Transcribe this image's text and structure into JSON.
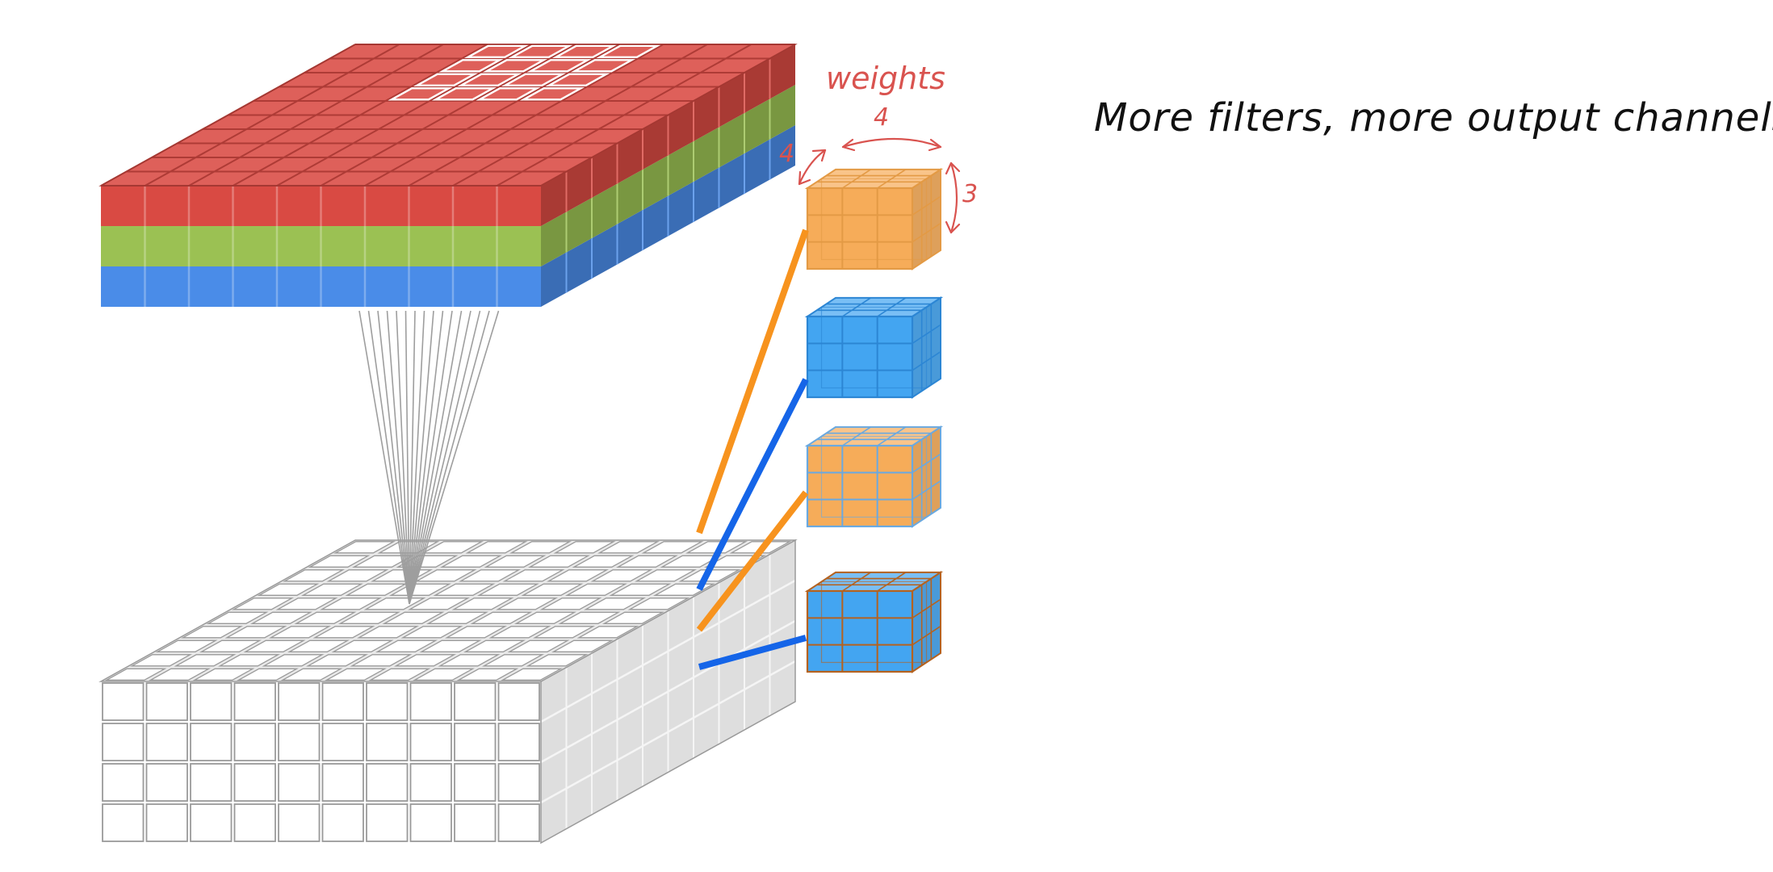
{
  "caption": "More filters, more output channels.",
  "annotations": {
    "weights": "weights",
    "width": "4",
    "depth": "4",
    "height": "3"
  },
  "colors": {
    "red": "#d94a43",
    "green": "#9bc153",
    "blue": "#4a8ce8",
    "annotation": "#d9534f",
    "filter_orange": "#f5a347",
    "filter_blue": "#2f9bef",
    "filter_edge_brown": "#b5621f",
    "line_orange": "#f7931e",
    "line_blue": "#1565e8",
    "output_cube": "#ffffff",
    "output_edge": "#9a9a9a",
    "projection_line": "#9e9e9e"
  },
  "input_volume": {
    "layers": [
      "red",
      "green",
      "blue"
    ]
  },
  "filters": [
    {
      "fill": "#f5a347",
      "edge": "#e39a45",
      "line": "#f7931e"
    },
    {
      "fill": "#2f9bef",
      "edge": "#2c86d4",
      "line": "#1565e8"
    },
    {
      "fill": "#f5a347",
      "edge": "#6aa9e0",
      "line": "#f7931e"
    },
    {
      "fill": "#2f9bef",
      "edge": "#b5621f",
      "line": "#1565e8"
    }
  ]
}
